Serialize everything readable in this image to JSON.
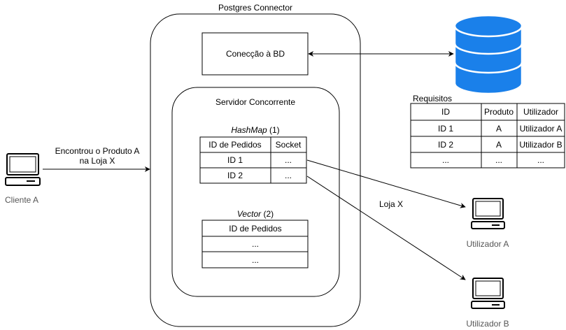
{
  "connector": {
    "title": "Postgres Connector"
  },
  "db_connection": {
    "label": "Conecção à BD"
  },
  "server": {
    "title": "Servidor Concorrente"
  },
  "hashmap": {
    "title_italic": "HashMap",
    "title_suffix": " (1)",
    "headers": [
      "ID de Pedidos",
      "Socket"
    ],
    "rows": [
      [
        "ID 1",
        "..."
      ],
      [
        "ID 2",
        "..."
      ]
    ]
  },
  "vector": {
    "title_italic": "Vector",
    "title_suffix": " (2)",
    "header": "ID de Pedidos",
    "rows": [
      "...",
      "..."
    ]
  },
  "requisitos": {
    "title": "Requisitos",
    "headers": [
      "ID",
      "Produto",
      "Utilizador"
    ],
    "rows": [
      [
        "ID 1",
        "A",
        "Utilizador A"
      ],
      [
        "ID 2",
        "A",
        "Utilizador B"
      ],
      [
        "...",
        "...",
        "..."
      ]
    ]
  },
  "client": {
    "label": "Cliente A"
  },
  "client_message": {
    "line1": "Encontrou o Produto A",
    "line2": "na Loja X"
  },
  "store_label": "Loja X",
  "utilizador_a": {
    "label": "Utilizador A"
  },
  "utilizador_b": {
    "label": "Utilizador B"
  },
  "colors": {
    "stroke": "#000000",
    "db_fill": "#1a80ea",
    "muted_text": "#555555"
  }
}
